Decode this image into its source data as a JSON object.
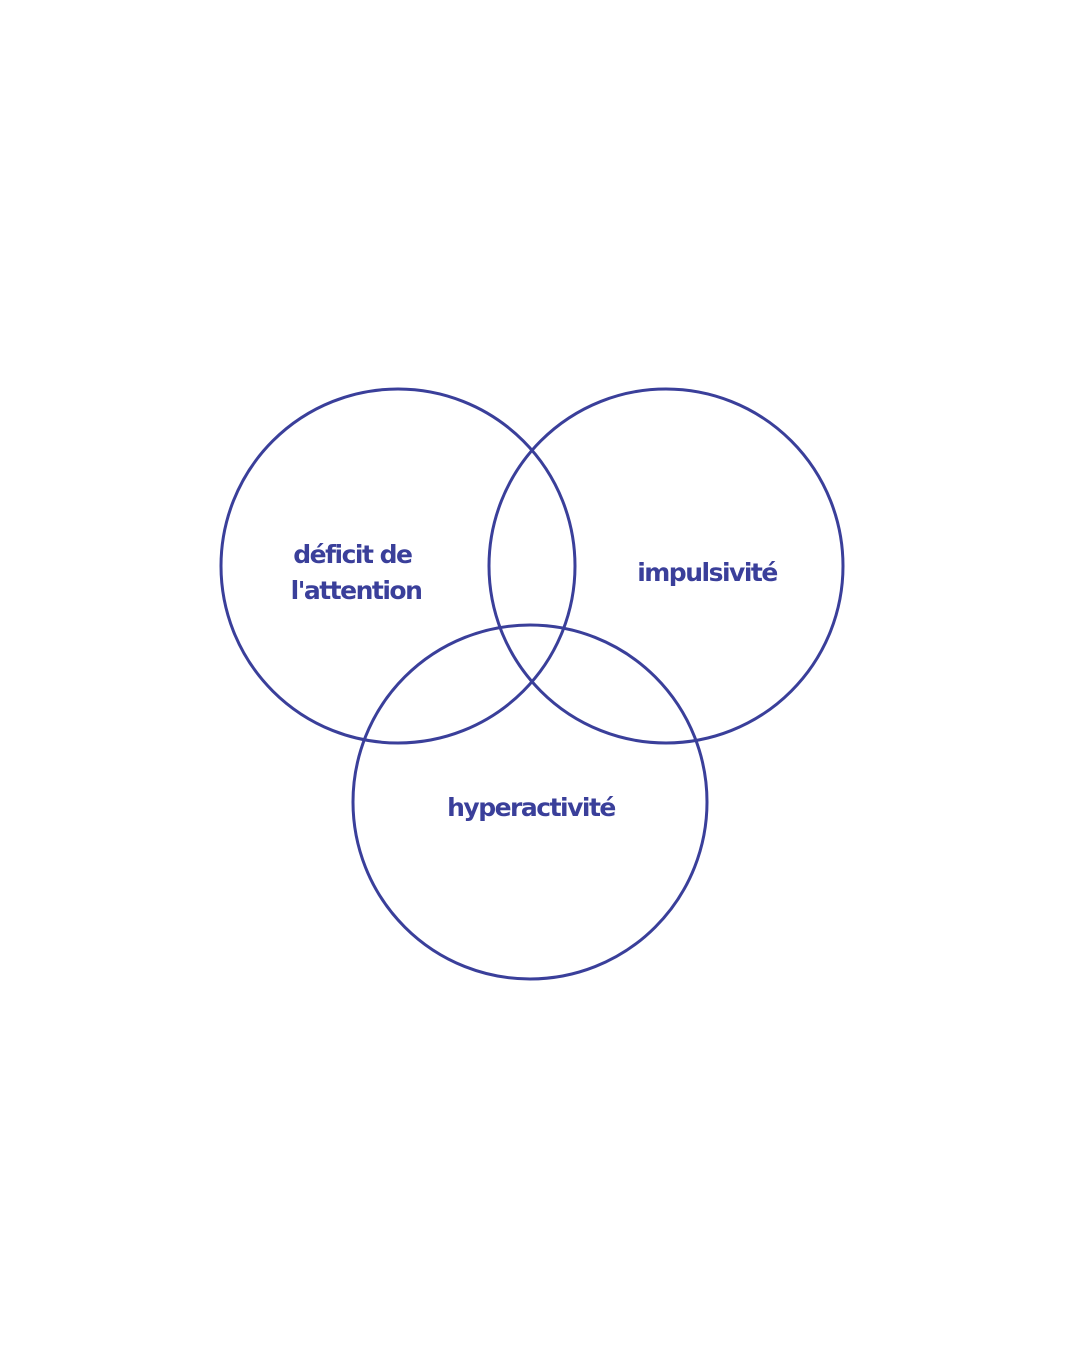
{
  "colors": {
    "stroke": "#3a3f9a",
    "text": "#3a3f9a",
    "background": "#ffffff"
  },
  "sets": [
    {
      "id": "attention",
      "label_lines": [
        "déficit de",
        "l'attention"
      ]
    },
    {
      "id": "impulsivity",
      "label_lines": [
        "impulsivité"
      ]
    },
    {
      "id": "hyperactivity",
      "label_lines": [
        "hyperactivité"
      ]
    }
  ]
}
